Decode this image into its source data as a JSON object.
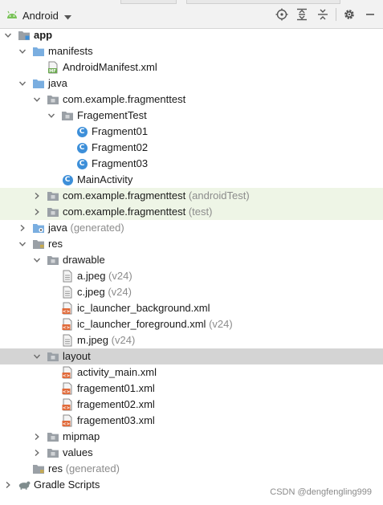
{
  "toolbar": {
    "view_label": "Android"
  },
  "tree": [
    {
      "label": "app",
      "bold": true
    },
    {
      "label": "manifests"
    },
    {
      "label": "AndroidManifest.xml"
    },
    {
      "label": "java"
    },
    {
      "label": "com.example.fragmenttest"
    },
    {
      "label": "FragementTest"
    },
    {
      "label": "Fragment01"
    },
    {
      "label": "Fragment02"
    },
    {
      "label": "Fragment03"
    },
    {
      "label": "MainActivity"
    },
    {
      "label": "com.example.fragmenttest",
      "suffix": "(androidTest)"
    },
    {
      "label": "com.example.fragmenttest",
      "suffix": "(test)"
    },
    {
      "label": "java",
      "suffix": "(generated)"
    },
    {
      "label": "res"
    },
    {
      "label": "drawable"
    },
    {
      "label": "a.jpeg",
      "suffix": "(v24)"
    },
    {
      "label": "c.jpeg",
      "suffix": "(v24)"
    },
    {
      "label": "ic_launcher_background.xml"
    },
    {
      "label": "ic_launcher_foreground.xml",
      "suffix": "(v24)"
    },
    {
      "label": "m.jpeg",
      "suffix": "(v24)"
    },
    {
      "label": "layout"
    },
    {
      "label": "activity_main.xml"
    },
    {
      "label": "fragement01.xml"
    },
    {
      "label": "fragement02.xml"
    },
    {
      "label": "fragement03.xml"
    },
    {
      "label": "mipmap"
    },
    {
      "label": "values"
    },
    {
      "label": "res",
      "suffix": "(generated)"
    },
    {
      "label": "Gradle Scripts"
    }
  ],
  "watermark": "CSDN @dengfengling999",
  "colors": {
    "folder_blue": "#7aaee0",
    "folder_gray": "#9aa0a6",
    "class_blue": "#3d8fd9",
    "xml_orange": "#e06a3a",
    "selected_row": "#d4d4d4",
    "test_row": "#eef5e6"
  }
}
